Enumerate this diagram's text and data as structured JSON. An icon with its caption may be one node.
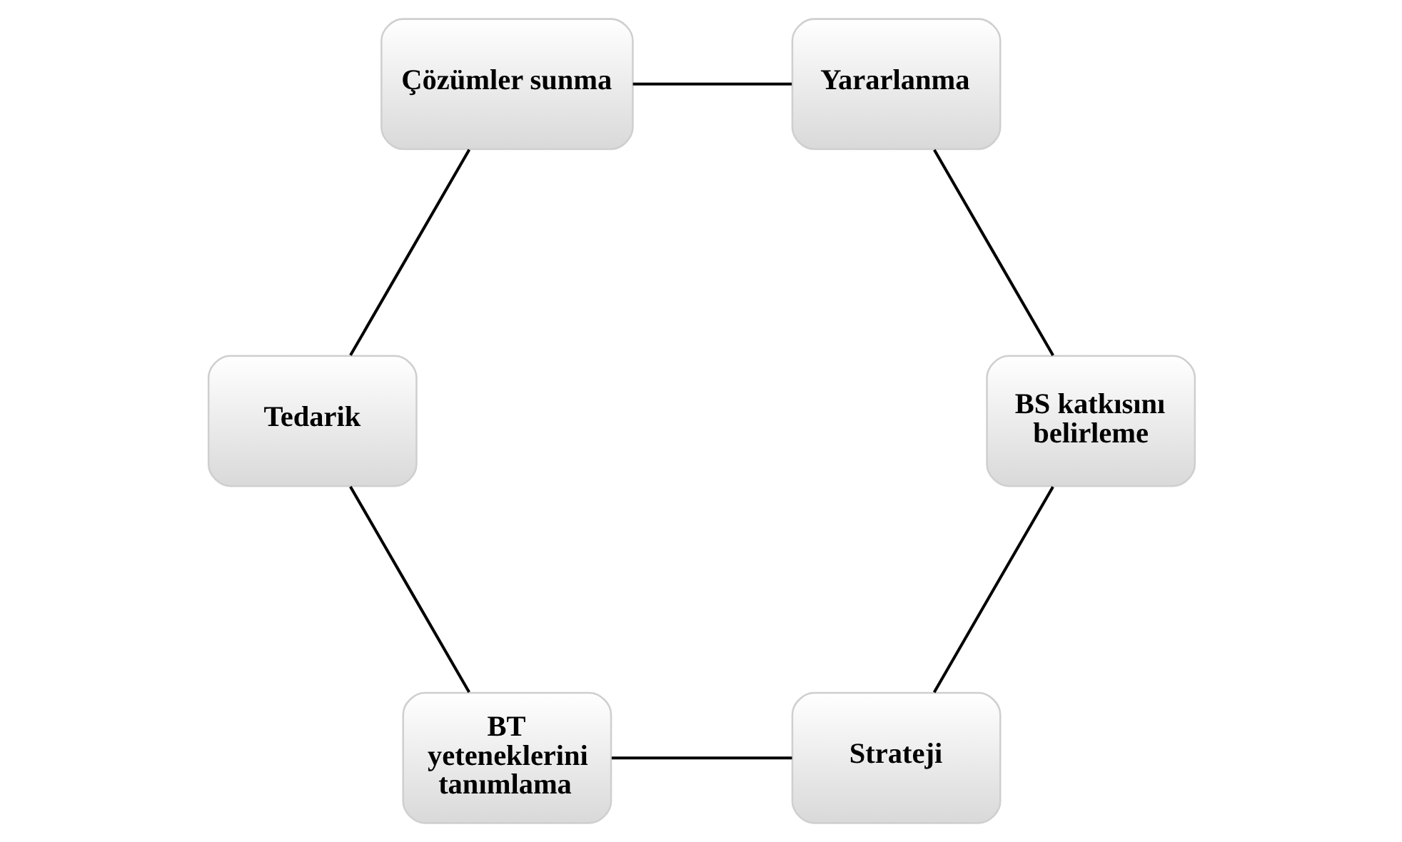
{
  "diagram": {
    "nodes": [
      {
        "text": [
          "Strateji"
        ]
      },
      {
        "text": [
          "BS katkısını belirleme"
        ]
      },
      {
        "text": [
          "BT yeteneklerini tanımlama"
        ]
      },
      {
        "text": [
          "Yararlanma"
        ]
      },
      {
        "text": [
          "Tedarik"
        ]
      },
      {
        "text": [
          "Çözümler sunma"
        ]
      }
    ],
    "edges": [
      {
        "from": 0,
        "to": 2,
        "arrow": "none"
      },
      {
        "from": 2,
        "to": 4,
        "arrow": "none"
      },
      {
        "from": 4,
        "to": 5,
        "arrow": "none"
      },
      {
        "from": 5,
        "to": 3,
        "arrow": "none"
      },
      {
        "from": 3,
        "to": 1,
        "arrow": "none"
      },
      {
        "from": 1,
        "to": 0,
        "arrow": "none"
      }
    ]
  }
}
